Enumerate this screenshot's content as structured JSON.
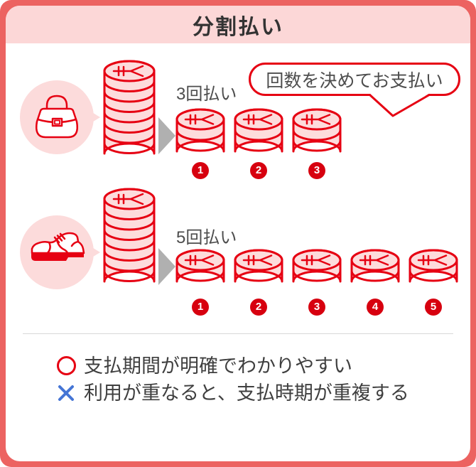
{
  "title": "分割払い",
  "bubble": {
    "text": "回数を決めてお支払い"
  },
  "rows": [
    {
      "item": "handbag",
      "label": "3回払い",
      "count": 3,
      "installments": [
        "1",
        "2",
        "3"
      ]
    },
    {
      "item": "shoe",
      "label": "5回払い",
      "count": 5,
      "installments": [
        "1",
        "2",
        "3",
        "4",
        "5"
      ]
    }
  ],
  "notes": [
    {
      "marker": "circle",
      "marker_color": "#e60012",
      "text": "支払期間が明確でわかりやすい"
    },
    {
      "marker": "cross",
      "marker_color": "#4575d5",
      "text": "利用が重なると、支払時期が重複する"
    }
  ],
  "icons": {
    "coin_symbol": "yen-mark",
    "arrow": "right-triangle-gray"
  },
  "colors": {
    "frame": "#ec6361",
    "header_bg": "#fcd7d7",
    "accent_red": "#e60012",
    "coin_fill": "#fddcdc",
    "circle_bg": "#fcdbdb",
    "badge_bg": "#d7000f",
    "arrow_gray": "#b0b0b0",
    "cross_blue": "#4575d5",
    "text_dark": "#333333",
    "text_gray": "#4d4d4d",
    "divider": "#d8d8d8"
  }
}
